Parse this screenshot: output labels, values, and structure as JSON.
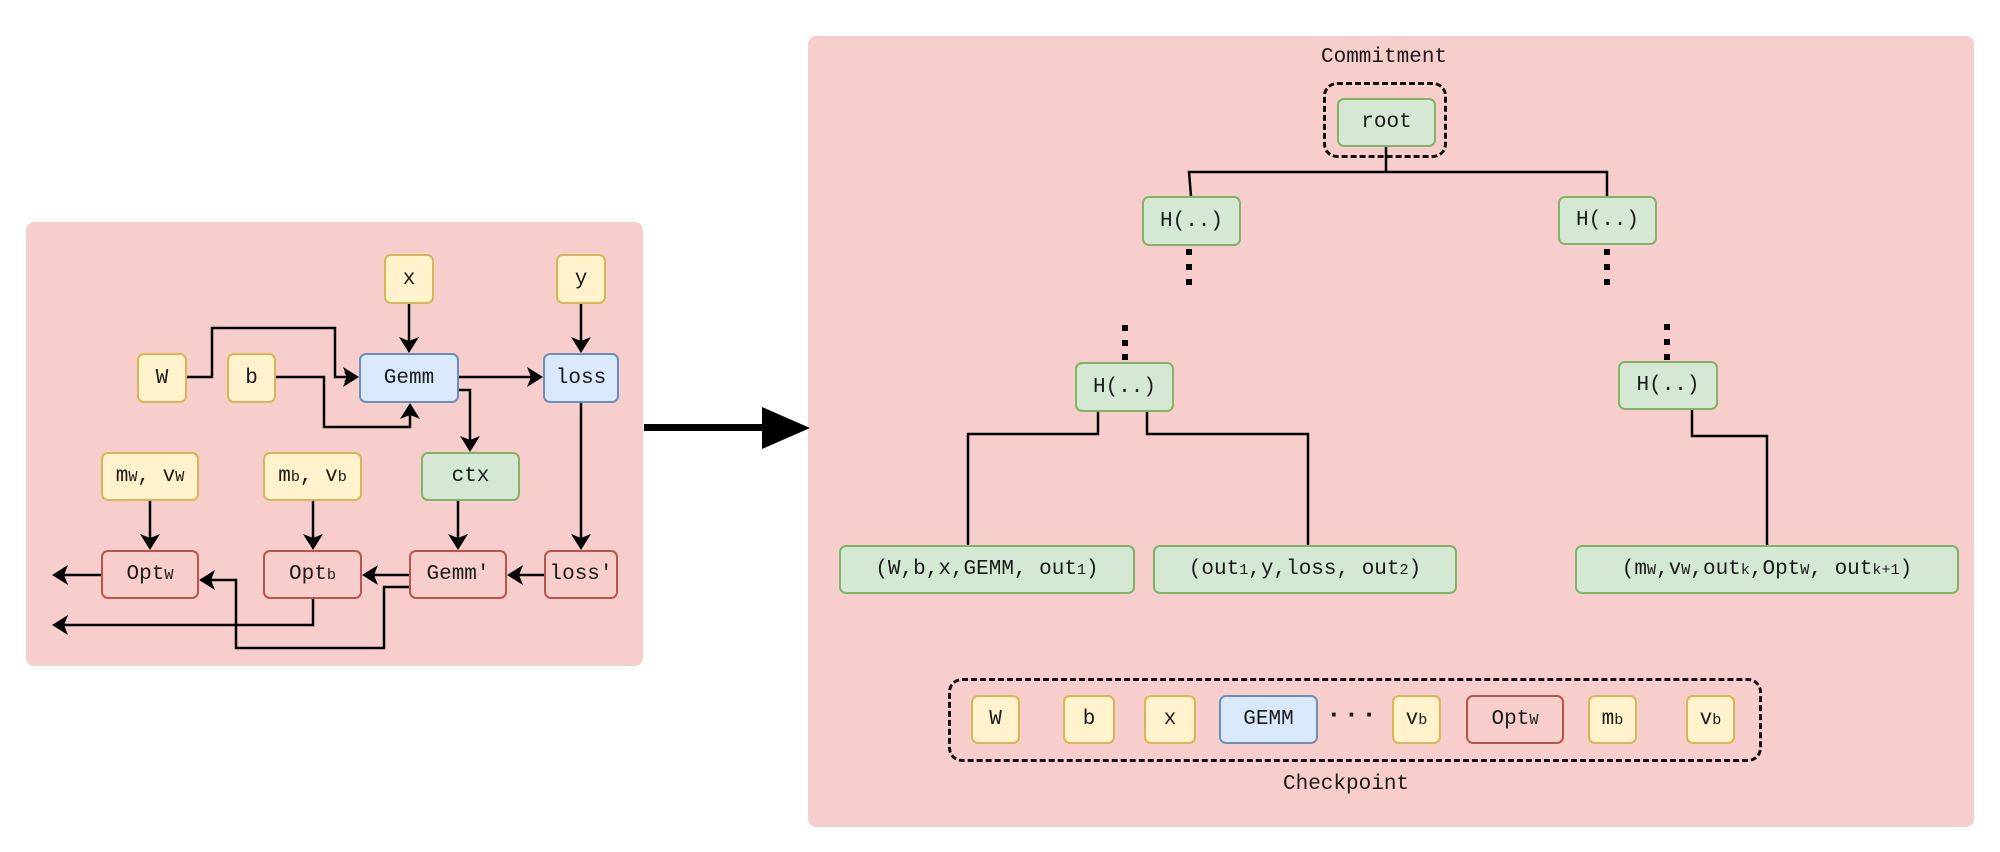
{
  "left_graph": {
    "inputs": {
      "W": "W",
      "b": "b",
      "x": "x",
      "y": "y"
    },
    "forward_ops": {
      "gemm": "Gemm",
      "loss": "loss"
    },
    "context": "ctx",
    "optimizer_states": {
      "w": {
        "m": "m",
        "m_sub": "W",
        "v": "v",
        "v_sub": "W"
      },
      "b": {
        "m": "m",
        "m_sub": "b",
        "v": "v",
        "v_sub": "b"
      }
    },
    "backward_ops": {
      "gemm_grad": "Gemm'",
      "loss_grad": "loss'"
    },
    "optimizers": {
      "w": {
        "base": "Opt",
        "sub": "W"
      },
      "b": {
        "base": "Opt",
        "sub": "b"
      }
    }
  },
  "right_graph": {
    "commitment_label": "Commitment",
    "root": "root",
    "hash_nodes": [
      "H(..)",
      "H(..)",
      "H(..)",
      "H(..)"
    ],
    "leaves": [
      {
        "parts": [
          {
            "t": "(W,b,x,GEMM, out"
          },
          {
            "sub": "1"
          },
          {
            "t": ")"
          }
        ]
      },
      {
        "parts": [
          {
            "t": "(out"
          },
          {
            "sub": "1"
          },
          {
            "t": ",y,loss, out"
          },
          {
            "sub": "2"
          },
          {
            "t": ")"
          }
        ]
      },
      {
        "parts": [
          {
            "t": "(m"
          },
          {
            "sub": "W"
          },
          {
            "t": ",v"
          },
          {
            "sub": "W"
          },
          {
            "t": ",out"
          },
          {
            "sub": "k"
          },
          {
            "t": ",Opt"
          },
          {
            "sub": "W"
          },
          {
            "t": ", out"
          },
          {
            "sub": "k+1"
          },
          {
            "t": ")"
          }
        ]
      }
    ],
    "checkpoint_label": "Checkpoint",
    "checkpoint_items": [
      {
        "base": "W",
        "sub": "",
        "kind": "tensor"
      },
      {
        "base": "b",
        "sub": "",
        "kind": "tensor"
      },
      {
        "base": "x",
        "sub": "",
        "kind": "tensor"
      },
      {
        "base": "GEMM",
        "sub": "",
        "kind": "op"
      },
      {
        "base": "v",
        "sub": "b",
        "kind": "tensor"
      },
      {
        "base": "Opt",
        "sub": "W",
        "kind": "optimizer"
      },
      {
        "base": "m",
        "sub": "b",
        "kind": "tensor"
      },
      {
        "base": "v",
        "sub": "b",
        "kind": "tensor"
      }
    ],
    "ellipsis": "···"
  },
  "colors": {
    "panel_bg": "#f8cecc",
    "tensor_fill": "#fff2cc",
    "tensor_stroke": "#d6b656",
    "op_fill": "#dae8fc",
    "op_stroke": "#6c8ebf",
    "hash_fill": "#d5e8d4",
    "hash_stroke": "#82b366",
    "grad_fill": "#f8cecc",
    "grad_stroke": "#b85450"
  }
}
